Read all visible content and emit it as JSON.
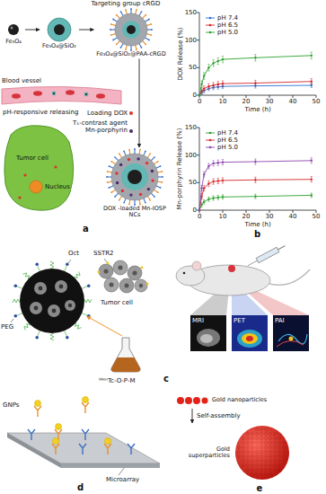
{
  "diagram": {
    "nodes": [
      {
        "text": [
          "Fe₃O₄"
        ]
      },
      {
        "text": [
          "Fe₃O₄@SiO₂"
        ]
      },
      {
        "text": [
          "Fe₃O₄@SiO₂@PAA-cRGD"
        ]
      },
      {
        "text": [
          "DOX -loaded Mn-IOSP NCs"
        ]
      },
      {
        "text": [
          "Gold nanoparticles"
        ]
      },
      {
        "text": [
          "Gold superparticles"
        ]
      }
    ],
    "edges": [
      {
        "from": 0,
        "to": 1,
        "arrow": "to"
      },
      {
        "from": 1,
        "to": 2,
        "arrow": "to"
      },
      {
        "from": 2,
        "to": 3,
        "arrow": "to"
      },
      {
        "from": 4,
        "to": 5,
        "label": "Self-assembly",
        "arrow": "to"
      }
    ],
    "labels": [
      "Targeting group cRGD",
      "Blood vessel",
      "pH-responsive releasing",
      "Tumor cell",
      "Nucleus",
      "Loading DOX",
      "T₁-contrast agent Mn-porphyrin",
      "a",
      "DOX Release (%)",
      "150",
      "100",
      "50",
      "0",
      "0",
      "10",
      "20",
      "30",
      "40",
      "50",
      "Time (h)",
      "Mn-porphyrin Release (%)",
      "150",
      "100",
      "50",
      "0",
      "0",
      "10",
      "20",
      "30",
      "40",
      "50",
      "Time (h)",
      "b",
      "Oct",
      "PEG",
      "SSTR2",
      "Tumor cell",
      "⁹⁹ᵐTc-O-P-M",
      "MRI",
      "PET",
      "PAI",
      "c",
      "GNPs",
      "Microarray",
      "d",
      "e"
    ],
    "legend": [
      {
        "text": "pH 7.4"
      },
      {
        "text": "pH 6.5"
      },
      {
        "text": "pH 5.0"
      },
      {
        "text": "pH 7.4"
      },
      {
        "text": "pH 6.5"
      },
      {
        "text": "pH 5.0"
      }
    ]
  }
}
